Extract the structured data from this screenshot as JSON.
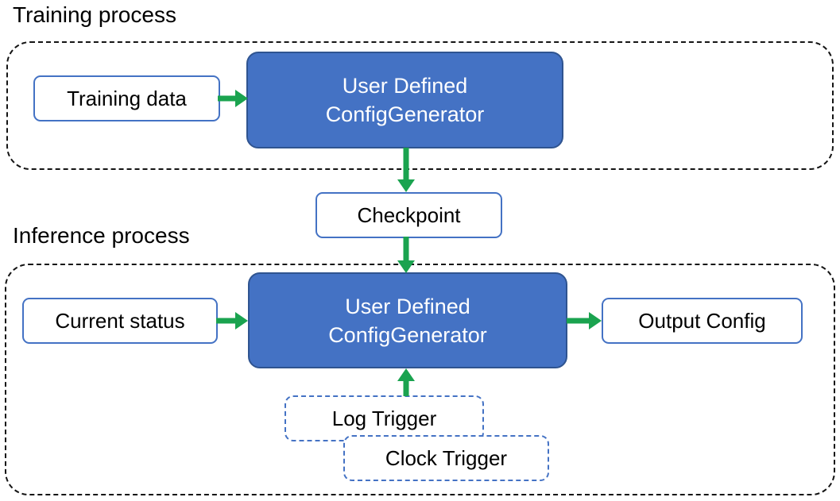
{
  "colors": {
    "accent_blue": "#4472C4",
    "accent_blue_dark": "#2F5490",
    "arrow_green": "#1AA34F",
    "dashed_black": "#141414",
    "text_black": "#000000",
    "text_white": "#FFFFFF"
  },
  "training": {
    "section_label": "Training process",
    "input_box": "Training data",
    "generator": {
      "line1": "User Defined",
      "line2": "ConfigGenerator"
    }
  },
  "checkpoint": "Checkpoint",
  "inference": {
    "section_label": "Inference process",
    "input_box": "Current status",
    "generator": {
      "line1": "User Defined",
      "line2": "ConfigGenerator"
    },
    "output_box": "Output Config",
    "triggers": {
      "log": "Log Trigger",
      "clock": "Clock Trigger"
    }
  }
}
